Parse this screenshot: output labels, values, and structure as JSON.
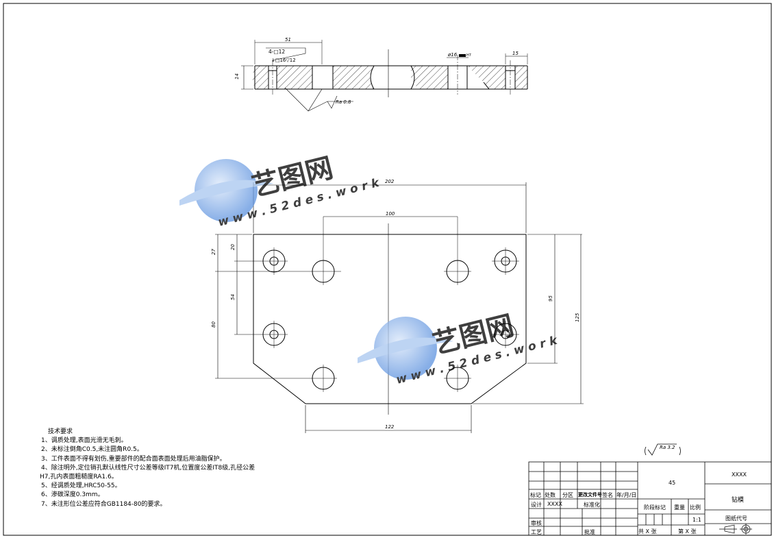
{
  "section_view": {
    "dim_overall": "51",
    "dim_height": "14",
    "dim_right": "15",
    "hole_callout_1": "4-□12",
    "hole_callout_2": "↓□16▽12",
    "dia_callout": "ø16",
    "dia_callout_suffix": "H7",
    "roughness": "Ra 0.8"
  },
  "plan_view": {
    "dim_width": "202",
    "dim_inner": "100",
    "dim_bottom": "122",
    "dim_27": "27",
    "dim_20": "20",
    "dim_54": "54",
    "dim_80": "80",
    "dim_95": "95",
    "dim_125": "125"
  },
  "watermark": {
    "brand": "艺图网",
    "site": "w w w . 5 2 d e s . w o r k"
  },
  "tech_requirements": {
    "title": "技术要求",
    "items": [
      "1、调质处理,表面光滑无毛刺。",
      "2、未标注倒角C0.5,未注圆角R0.5。",
      "3、工件表面不得有划伤,重要部件的配合面表面处理后用油脂保护。",
      "4、除注明外,定位销孔默认线性尺寸公差等级IT7机,位置度公差IT8级,孔径公差",
      "H7,孔内表面粗糙度RA1.6。",
      "5、经调质处理,HRC50-55。",
      "6、渗碳深度0.3mm。",
      "7、未注形位公差应符合GB1184-80的要求。"
    ]
  },
  "surface_symbol": "Ra 3.2",
  "title_block": {
    "col_mark": "标记",
    "col_count": "处数",
    "col_zone": "分区",
    "col_docno": "更改文件号",
    "col_sign": "签名",
    "col_date": "年/月/日",
    "design": "设计",
    "designer": "XXXX",
    "standardize": "标准化",
    "review": "审核",
    "process": "工艺",
    "approve": "批准",
    "material": "45",
    "stage_mark": "阶段标记",
    "weight": "重量",
    "scale_label": "比例",
    "scale": "1:1",
    "total_sheets": "共 X 张",
    "sheet_no": "第 X 张",
    "company": "XXXX",
    "part_name": "钻模",
    "drawing_code": "图纸代号"
  }
}
